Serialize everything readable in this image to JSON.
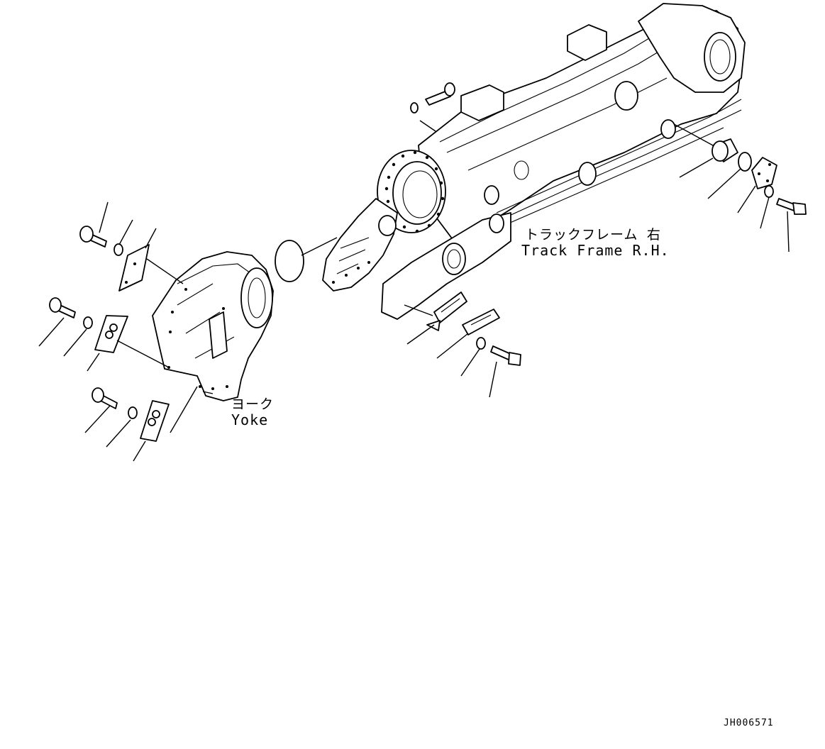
{
  "labels": {
    "track_frame_jp": "トラックフレーム 右",
    "track_frame_en": "Track Frame R.H.",
    "yoke_jp": "ヨーク",
    "yoke_en": "Yoke"
  },
  "figure_id": "JH006571",
  "colors": {
    "line": "#000000",
    "background": "#ffffff"
  }
}
